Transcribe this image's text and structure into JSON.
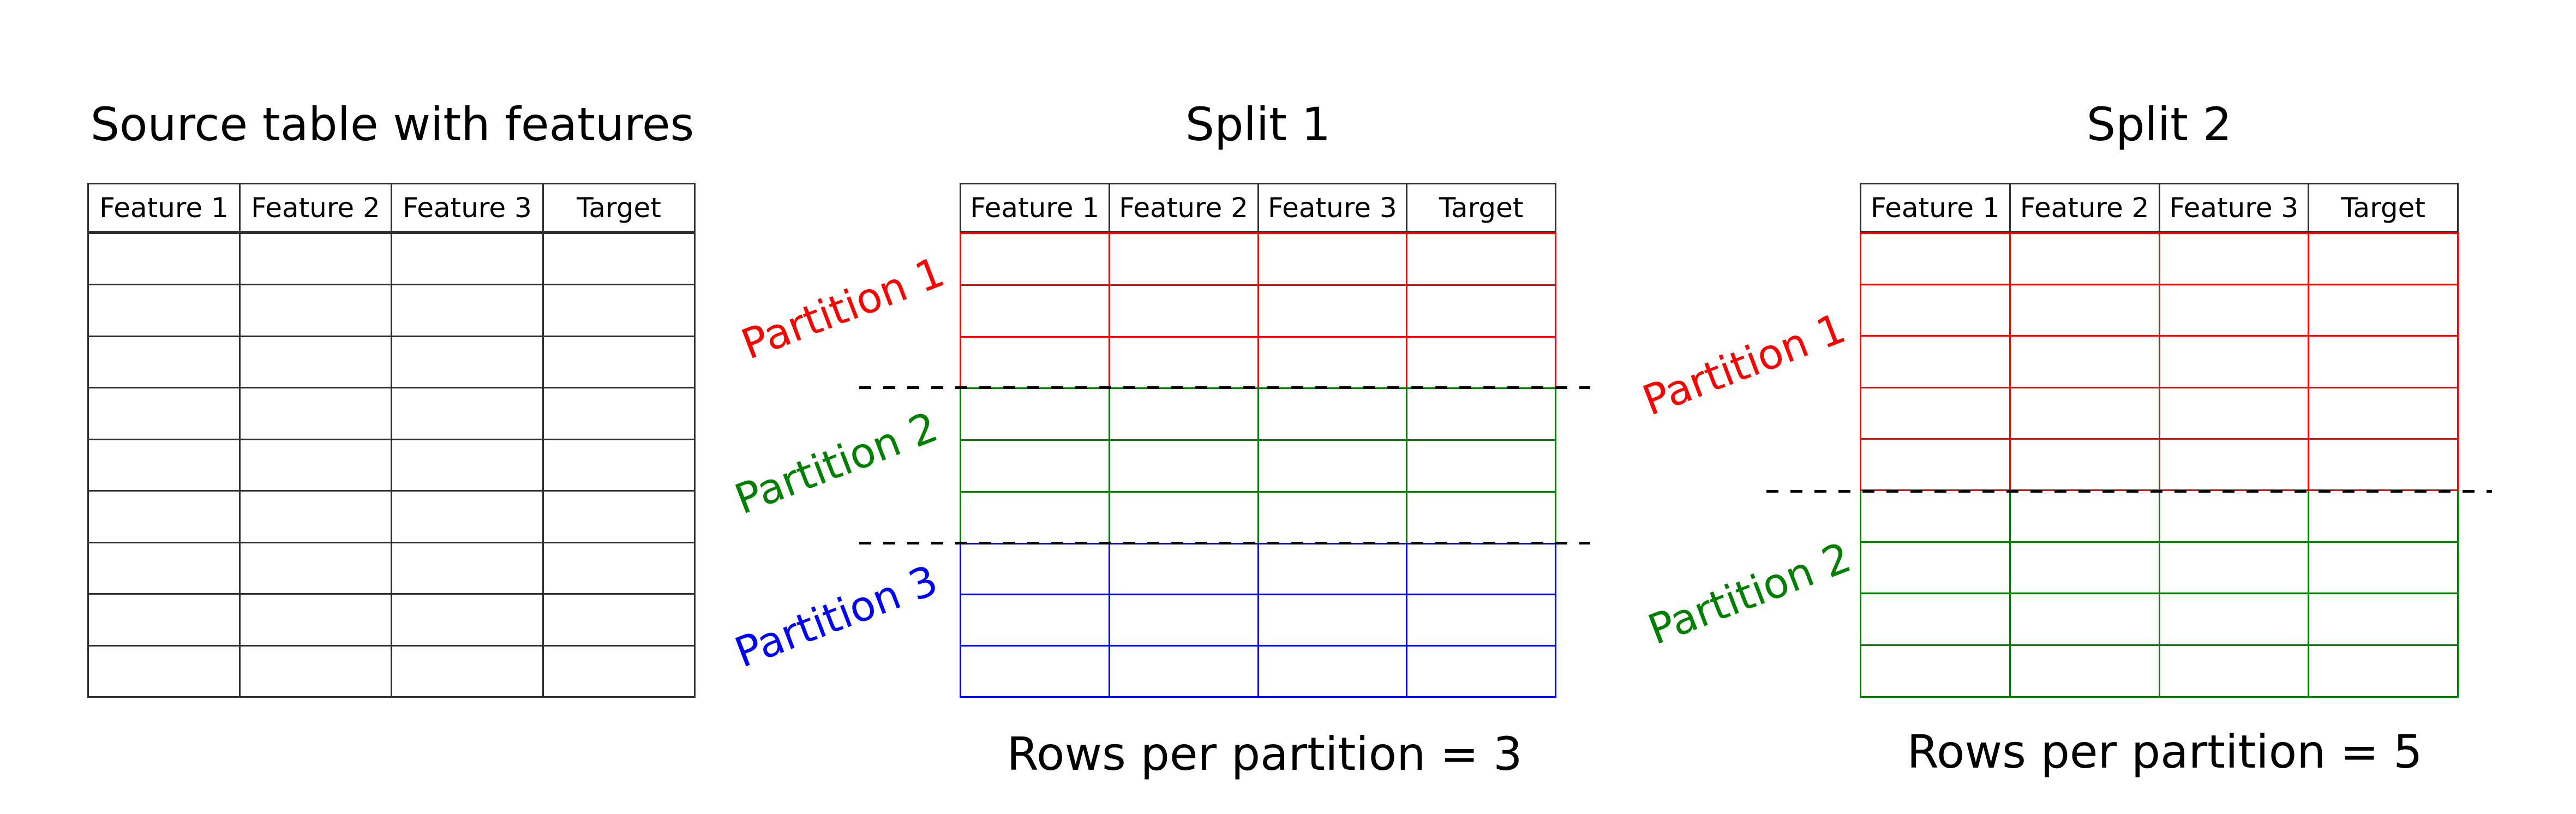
{
  "diagram": {
    "background_color": "#ffffff",
    "colors": {
      "partition1_red": "#ff0000",
      "partition2_green": "#008000",
      "partition3_blue": "#0000ff",
      "table_line": "#2f2f2f",
      "separator_dash": "#000000",
      "text": "#000000"
    }
  },
  "panels": [
    {
      "id": "source",
      "title": "Source table with features",
      "columns": [
        "Feature 1",
        "Feature 2",
        "Feature 3",
        "Target"
      ],
      "caption": "",
      "partitions": [
        {
          "label": "",
          "color": "#2f2f2f",
          "rows": 9
        }
      ]
    },
    {
      "id": "split1",
      "title": "Split 1",
      "columns": [
        "Feature 1",
        "Feature 2",
        "Feature 3",
        "Target"
      ],
      "caption": "Rows per partition = 3",
      "partitions": [
        {
          "label": "Partition 1",
          "color": "#ff0000",
          "rows": 3
        },
        {
          "label": "Partition 2",
          "color": "#008000",
          "rows": 3
        },
        {
          "label": "Partition 3",
          "color": "#0000ff",
          "rows": 3
        }
      ]
    },
    {
      "id": "split2",
      "title": "Split 2",
      "columns": [
        "Feature 1",
        "Feature 2",
        "Feature 3",
        "Target"
      ],
      "caption": "Rows per partition = 5",
      "partitions": [
        {
          "label": "Partition 1",
          "color": "#ff0000",
          "rows": 5
        },
        {
          "label": "Partition 2",
          "color": "#008000",
          "rows": 4
        }
      ]
    }
  ]
}
